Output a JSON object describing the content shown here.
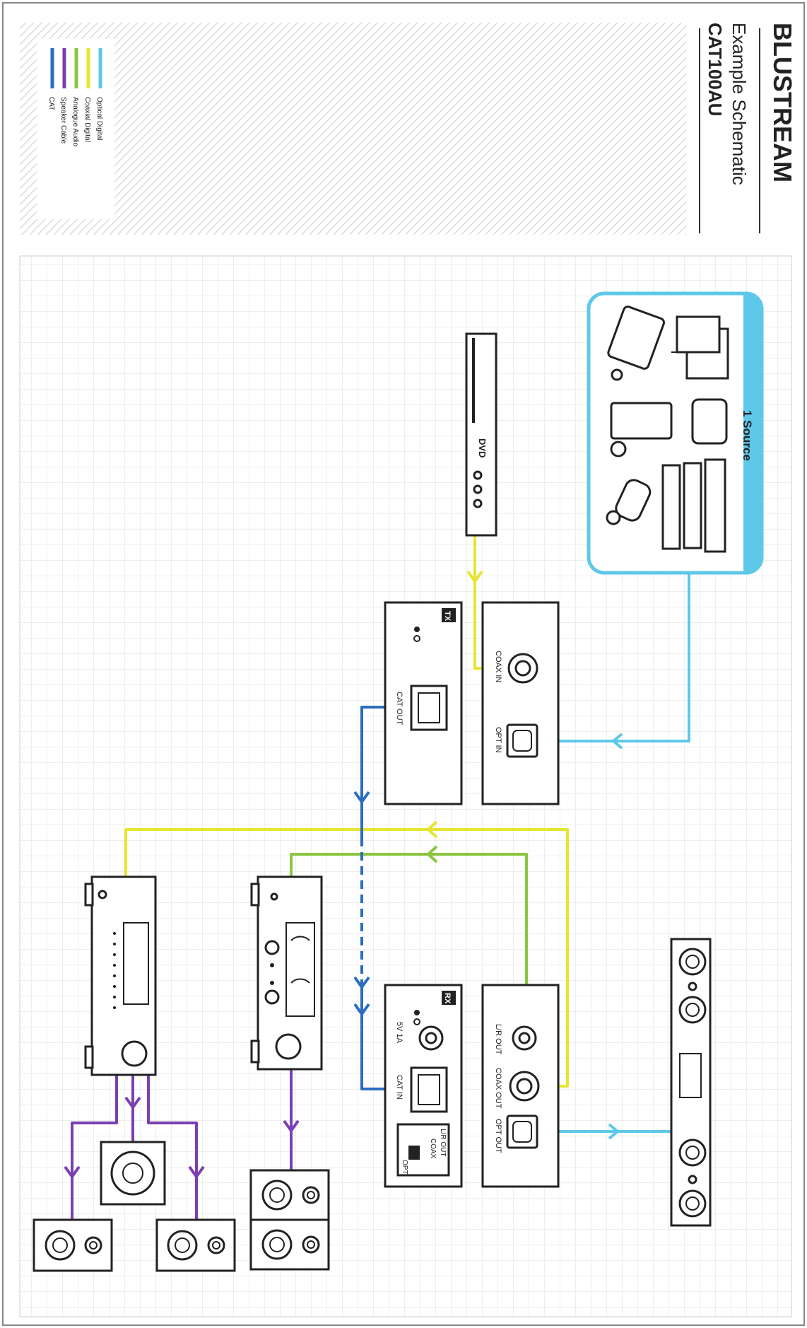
{
  "header": {
    "brand": "BLUSTREAM",
    "title": "Example Schematic",
    "model": "CAT100AU"
  },
  "legend": [
    {
      "label": "Optical Digital",
      "color": "#5ec8e8"
    },
    {
      "label": "Coaxial Digital",
      "color": "#e6e632"
    },
    {
      "label": "Analogue Audio",
      "color": "#8cc63f"
    },
    {
      "label": "Speaker Cable",
      "color": "#7b3fb0"
    },
    {
      "label": "CAT",
      "color": "#2a6ebf"
    }
  ],
  "source_box": {
    "title": "1 Source"
  },
  "dvd": {
    "logo": "DVD"
  },
  "tx": {
    "badge": "TX",
    "ports": {
      "coax_in": "COAX IN",
      "opt_in": "OPT IN",
      "cat_out": "CAT OUT"
    }
  },
  "rx": {
    "badge": "RX",
    "ports": {
      "lr_out": "L/R OUT",
      "coax_out": "COAX OUT",
      "opt_out": "OPT OUT",
      "cat_in": "CAT IN",
      "power": "5V 1A",
      "switch_top": "L/R OUT",
      "switch_mid": "COAX",
      "switch_bot": "OPT"
    }
  },
  "colors": {
    "optical": "#5ec8e8",
    "coax": "#e6e632",
    "analogue": "#8cc63f",
    "speaker": "#7b3fb0",
    "cat": "#2a6ebf",
    "source_border": "#5ec8e8",
    "brand": "#2a6ebf"
  }
}
